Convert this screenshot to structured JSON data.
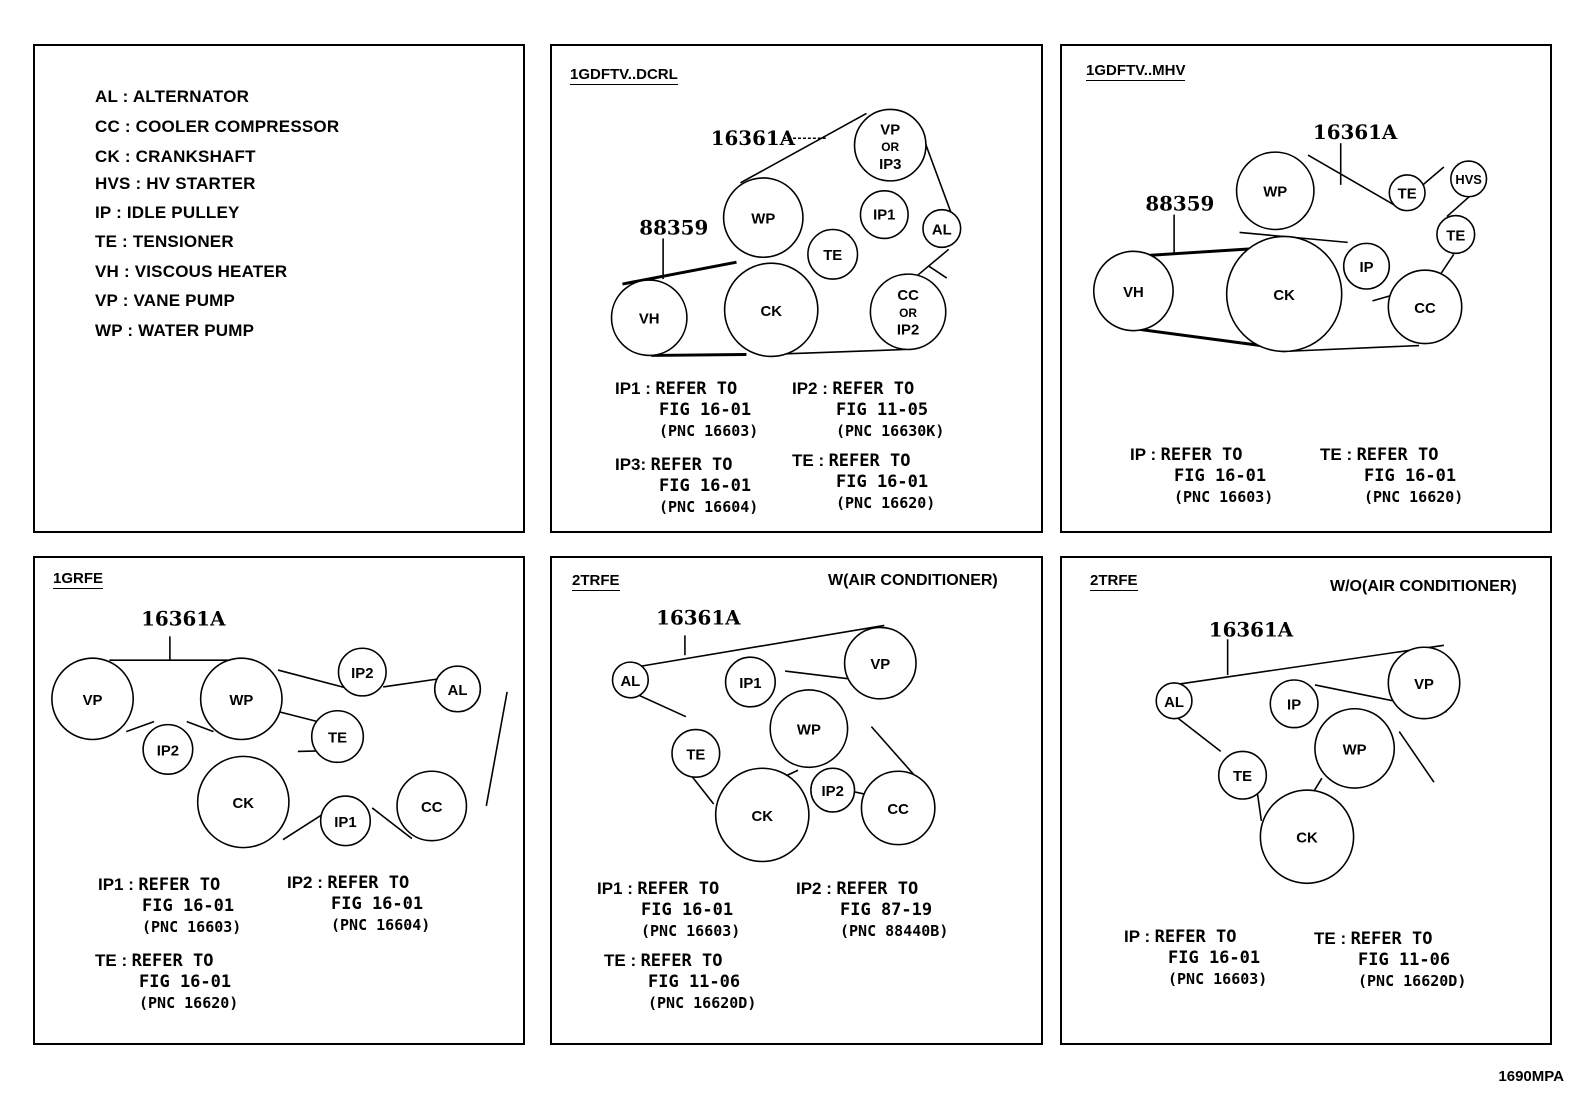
{
  "legend": [
    "AL : ALTERNATOR",
    "CC : COOLER COMPRESSOR",
    "CK : CRANKSHAFT",
    "HVS : HV STARTER",
    "IP : IDLE PULLEY",
    "TE : TENSIONER",
    "VH : VISCOUS HEATER",
    "VP : VANE PUMP",
    "WP : WATER PUMP"
  ],
  "footer": "1690MPA",
  "panels": {
    "p2": {
      "title": "1GDFTV..DCRL",
      "labels": {
        "belt_a": "16361A",
        "belt_b": "88359"
      },
      "pulleys": {
        "vp": [
          "VP",
          "OR",
          "IP3"
        ],
        "ip1": "IP1",
        "al": "AL",
        "wp": "WP",
        "te": "TE",
        "vh": "VH",
        "ck": "CK",
        "cc": [
          "CC",
          "OR",
          "IP2"
        ]
      },
      "refs": [
        {
          "key": "IP1 :",
          "l1": "REFER TO",
          "l2": "FIG 16-01",
          "l3": "(PNC 16603)"
        },
        {
          "key": "IP2 :",
          "l1": "REFER TO",
          "l2": "FIG 11-05",
          "l3": "(PNC 16630K)"
        },
        {
          "key": "IP3:",
          "l1": "REFER TO",
          "l2": "FIG 16-01",
          "l3": "(PNC 16604)"
        },
        {
          "key": "TE :",
          "l1": "REFER TO",
          "l2": "FIG 16-01",
          "l3": "(PNC 16620)"
        }
      ]
    },
    "p3": {
      "title": "1GDFTV..MHV",
      "labels": {
        "belt_a": "16361A",
        "belt_b": "88359"
      },
      "pulleys": {
        "wp": "WP",
        "te1": "TE",
        "hvs": "HVS",
        "te2": "TE",
        "vh": "VH",
        "ck": "CK",
        "ip": "IP",
        "cc": "CC"
      },
      "refs": [
        {
          "key": "IP :",
          "l1": "REFER TO",
          "l2": "FIG 16-01",
          "l3": "(PNC 16603)"
        },
        {
          "key": "TE :",
          "l1": "REFER TO",
          "l2": "FIG 16-01",
          "l3": "(PNC 16620)"
        }
      ]
    },
    "p4": {
      "title": "1GRFE",
      "labels": {
        "belt_a": "16361A"
      },
      "pulleys": {
        "vp": "VP",
        "wp": "WP",
        "ip2a": "IP2",
        "ip2b": "IP2",
        "al": "AL",
        "te": "TE",
        "ck": "CK",
        "ip1": "IP1",
        "cc": "CC"
      },
      "refs": [
        {
          "key": "IP1 :",
          "l1": "REFER TO",
          "l2": "FIG 16-01",
          "l3": "(PNC 16603)"
        },
        {
          "key": "IP2 :",
          "l1": "REFER TO",
          "l2": "FIG 16-01",
          "l3": "(PNC 16604)"
        },
        {
          "key": "TE :",
          "l1": "REFER TO",
          "l2": "FIG 16-01",
          "l3": "(PNC 16620)"
        }
      ]
    },
    "p5": {
      "title": "2TRFE",
      "subtitle": "W(AIR CONDITIONER)",
      "labels": {
        "belt_a": "16361A"
      },
      "pulleys": {
        "al": "AL",
        "ip1": "IP1",
        "vp": "VP",
        "wp": "WP",
        "te": "TE",
        "ck": "CK",
        "ip2": "IP2",
        "cc": "CC"
      },
      "refs": [
        {
          "key": "IP1 :",
          "l1": "REFER TO",
          "l2": "FIG 16-01",
          "l3": "(PNC 16603)"
        },
        {
          "key": "IP2 :",
          "l1": "REFER TO",
          "l2": "FIG 87-19",
          "l3": "(PNC 88440B)"
        },
        {
          "key": "TE :",
          "l1": "REFER TO",
          "l2": "FIG 11-06",
          "l3": "(PNC 16620D)"
        }
      ]
    },
    "p6": {
      "title": "2TRFE",
      "subtitle": "W/O(AIR CONDITIONER)",
      "labels": {
        "belt_a": "16361A"
      },
      "pulleys": {
        "al": "AL",
        "ip": "IP",
        "vp": "VP",
        "wp": "WP",
        "te": "TE",
        "ck": "CK"
      },
      "refs": [
        {
          "key": "IP :",
          "l1": "REFER TO",
          "l2": "FIG 16-01",
          "l3": "(PNC 16603)"
        },
        {
          "key": "TE :",
          "l1": "REFER TO",
          "l2": "FIG 11-06",
          "l3": "(PNC 16620D)"
        }
      ]
    }
  }
}
